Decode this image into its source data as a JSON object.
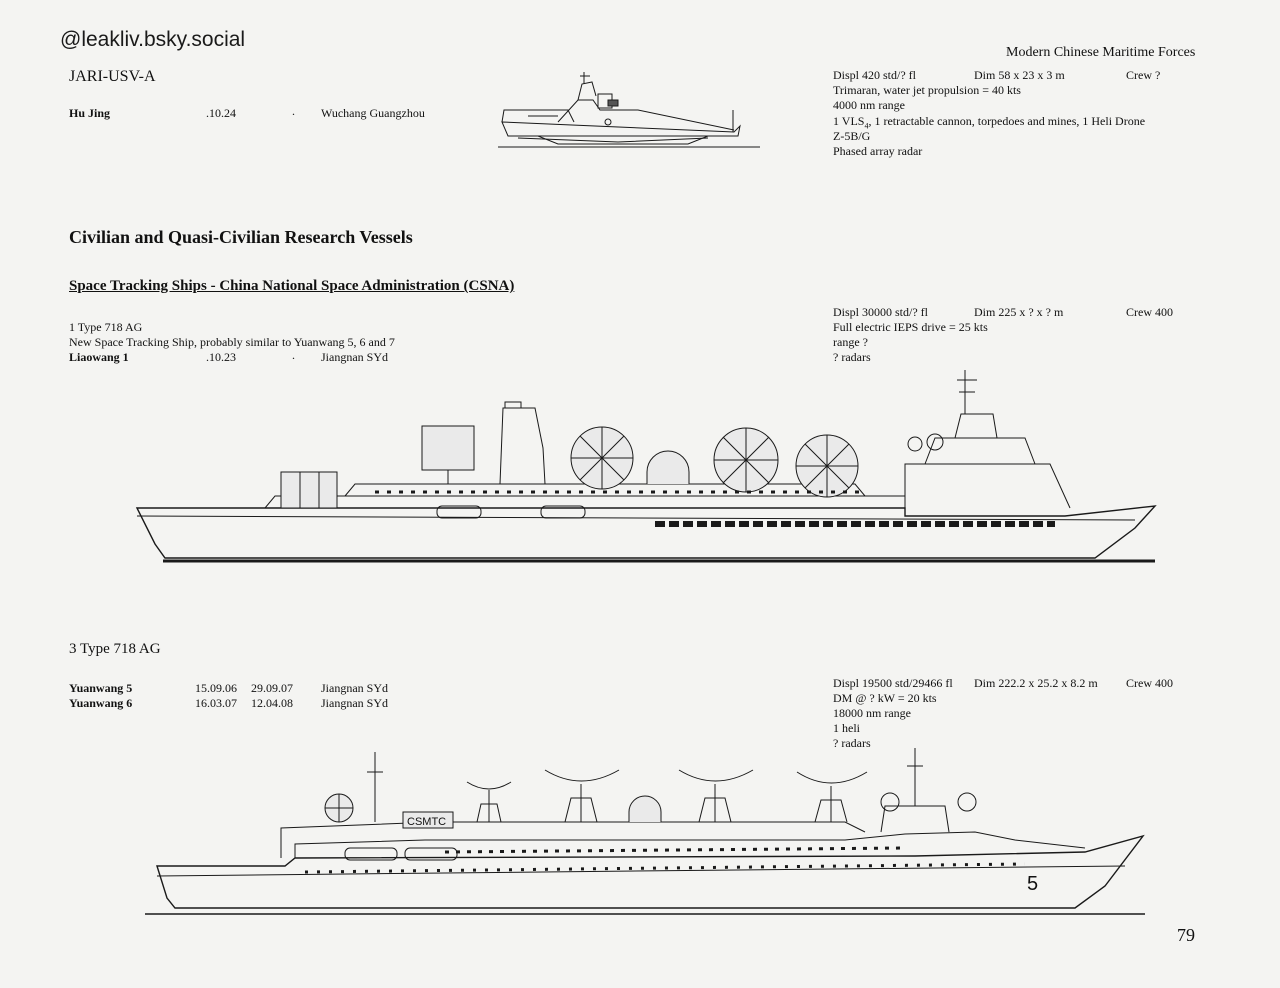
{
  "watermark": "@leakliv.bsky.social",
  "header_title": "Modern Chinese Maritime Forces",
  "page_number": "79",
  "entry1": {
    "class_name": "JARI-USV-A",
    "ship_name": "Hu Jing",
    "date": ".10.24",
    "dot": ".",
    "yard": "Wuchang Guangzhou",
    "displ": "Displ 420 std/? fl",
    "dim": "Dim 58 x 23 x 3 m",
    "crew": "Crew ?",
    "spec_lines": [
      "Trimaran, water jet propulsion = 40 kts",
      "4000 nm range"
    ],
    "armament_pre": "1 VLS",
    "armament_sub": "4",
    "armament_post": ", 1 retractable cannon, torpedoes and mines, 1 Heli Drone",
    "spec_lines2": [
      "Z-5B/G",
      "Phased array radar"
    ]
  },
  "section_title": "Civilian and Quasi-Civilian Research Vessels",
  "subsection_title": "Space Tracking Ships - China National Space Administration (CSNA)",
  "entry2": {
    "class_line": "1 Type 718 AG",
    "note": "New Space Tracking Ship, probably similar to Yuanwang 5, 6 and 7",
    "ship_name": "Liaowang 1",
    "date": ".10.23",
    "dot": ".",
    "yard": "Jiangnan SYd",
    "displ": "Displ 30000 std/? fl",
    "dim": "Dim 225 x ? x ? m",
    "crew": "Crew 400",
    "spec_lines": [
      "Full electric IEPS drive = 25 kts",
      "range ?",
      "? radars"
    ]
  },
  "entry3": {
    "class_line": "3 Type 718 AG",
    "ships": [
      {
        "name": "Yuanwang 5",
        "laid": "15.09.06",
        "commissioned": "29.09.07",
        "yard": "Jiangnan SYd"
      },
      {
        "name": "Yuanwang 6",
        "laid": "16.03.07",
        "commissioned": "12.04.08",
        "yard": "Jiangnan SYd"
      }
    ],
    "displ": "Displ 19500 std/29466 fl",
    "dim": "Dim 222.2 x 25.2 x 8.2 m",
    "crew": "Crew 400",
    "spec_lines": [
      "DM @ ? kW = 20 kts",
      "18000 nm range",
      "1 heli",
      "? radars"
    ],
    "hull_marking": "CSMTC",
    "hull_number": "5"
  }
}
